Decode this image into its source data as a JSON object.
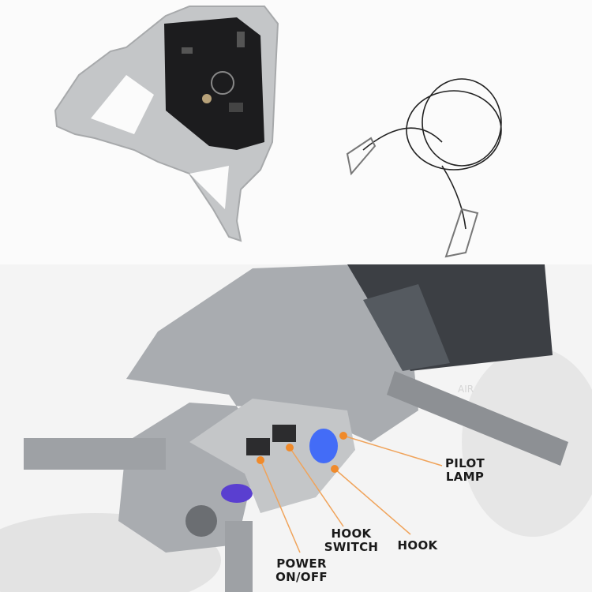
{
  "top_photo": {
    "subject": "hook-release-device-with-safety-cable"
  },
  "drone_marking": "AIR",
  "callouts": [
    {
      "label_line1": "PILOT",
      "label_line2": "LAMP"
    },
    {
      "label_line1": "HOOK",
      "label_line2": "SWITCH"
    },
    {
      "label_line1": "HOOK",
      "label_line2": ""
    },
    {
      "label_line1": "POWER",
      "label_line2": "ON/OFF"
    }
  ],
  "colors": {
    "callout": "#f08a2a",
    "drone_gray": "#a9acb0",
    "device_gray": "#c4c6c8",
    "pcb": "#1c1c1e",
    "led": "#2d5cff"
  }
}
